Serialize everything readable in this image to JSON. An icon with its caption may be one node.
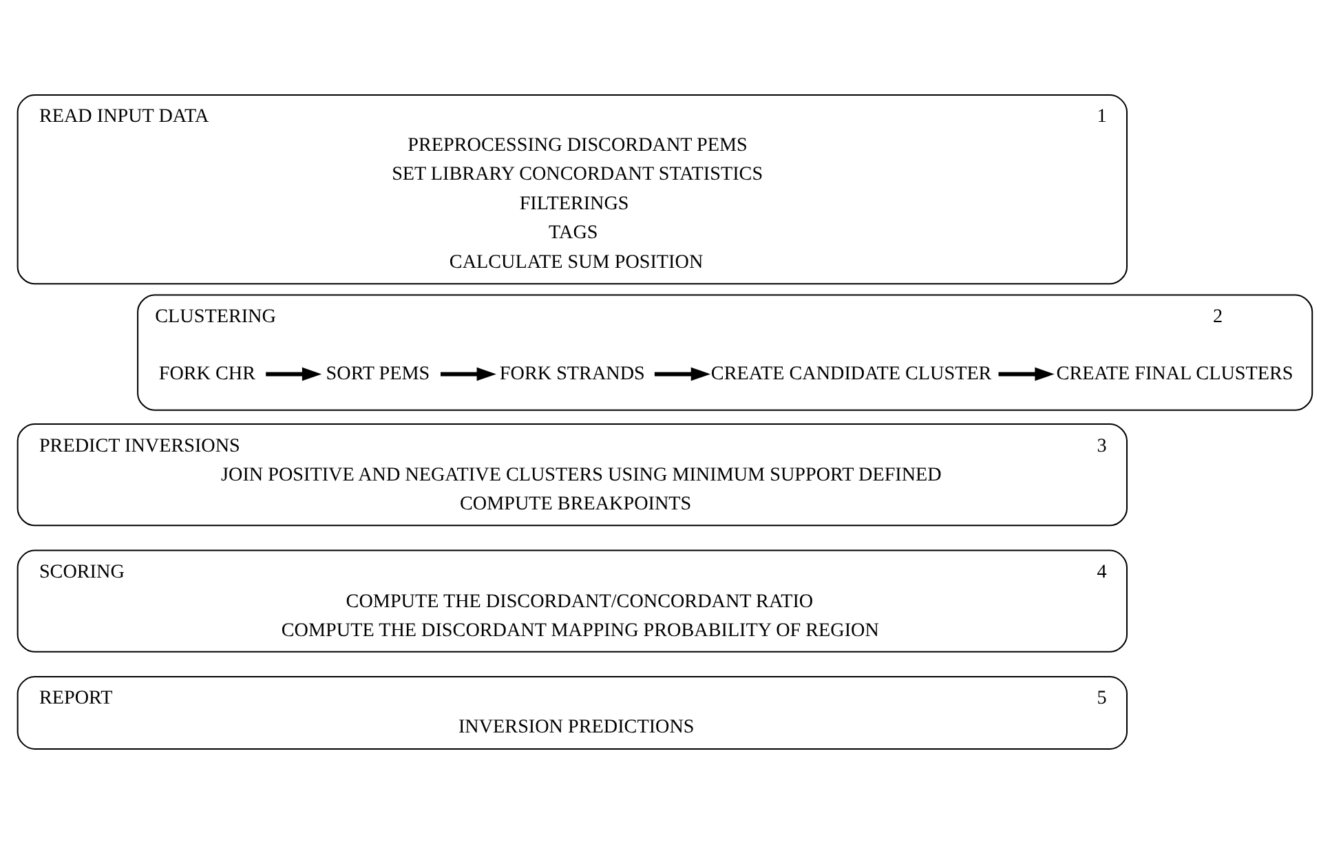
{
  "diagram": {
    "nodes": [
      {
        "text": [
          "READ INPUT DATA",
          "1",
          "PREPROCESSING DISCORDANT PEMS",
          "SET LIBRARY CONCORDANT STATISTICS",
          "FILTERINGS",
          "TAGS",
          "CALCULATE SUM POSITION"
        ]
      },
      {
        "text": [
          "CLUSTERING",
          "2"
        ]
      },
      {
        "text": [
          "FORK CHR"
        ],
        "in": 1
      },
      {
        "text": [
          "SORT PEMS"
        ],
        "in": 1
      },
      {
        "text": [
          "FORK STRANDS"
        ],
        "in": 1
      },
      {
        "text": [
          "CREATE CANDIDATE CLUSTER"
        ],
        "in": 1
      },
      {
        "text": [
          "CREATE FINAL CLUSTERS"
        ],
        "in": 1
      },
      {
        "text": [
          "PREDICT INVERSIONS",
          "3",
          "JOIN POSITIVE AND NEGATIVE CLUSTERS USING MINIMUM SUPPORT DEFINED",
          "COMPUTE BREAKPOINTS"
        ]
      },
      {
        "text": [
          "SCORING",
          "4",
          "COMPUTE THE DISCORDANT/CONCORDANT RATIO",
          "COMPUTE THE DISCORDANT MAPPING PROBABILITY OF REGION"
        ]
      },
      {
        "text": [
          "REPORT",
          "5",
          "INVERSION PREDICTIONS"
        ]
      }
    ],
    "edges": [
      {
        "from": 2,
        "to": 3,
        "arrow": "to"
      },
      {
        "from": 3,
        "to": 4,
        "arrow": "to"
      },
      {
        "from": 4,
        "to": 5,
        "arrow": "to"
      },
      {
        "from": 5,
        "to": 6,
        "arrow": "to"
      }
    ]
  }
}
